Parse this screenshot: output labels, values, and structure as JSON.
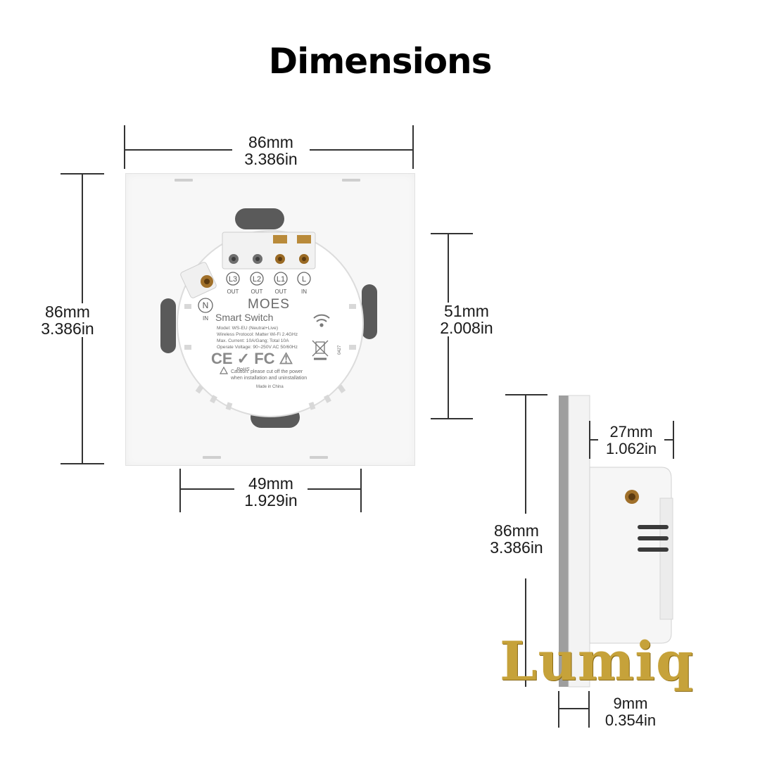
{
  "title": "Dimensions",
  "dimensions": {
    "top_width": {
      "mm": "86mm",
      "in": "3.386in"
    },
    "left_height": {
      "mm": "86mm",
      "in": "3.386in"
    },
    "right_module": {
      "mm": "51mm",
      "in": "2.008in"
    },
    "bottom_width": {
      "mm": "49mm",
      "in": "1.929in"
    },
    "side_height": {
      "mm": "86mm",
      "in": "3.386in"
    },
    "side_depth": {
      "mm": "27mm",
      "in": "1.062in"
    },
    "plate_thickness": {
      "mm": "9mm",
      "in": "0.354in"
    }
  },
  "module": {
    "terminals": [
      {
        "label": "L3",
        "sub": "OUT"
      },
      {
        "label": "L2",
        "sub": "OUT"
      },
      {
        "label": "L1",
        "sub": "OUT"
      },
      {
        "label": "L",
        "sub": "IN"
      }
    ],
    "neutral": {
      "label": "N",
      "sub": "IN"
    },
    "brand": "MOES",
    "product": "Smart Switch",
    "specs": [
      "Model: WS-EU (Neutral+Live)",
      "Wireless Protocol: Matter Wi-Fi 2.4GHz",
      "Max. Current: 10A/Gang; Total 10A",
      "Operate Voltage: 90~250V AC 50/60Hz"
    ],
    "cert_marks": "CE ✓ FC ⚠",
    "rohs": "RoHS",
    "caution": [
      "Caution: please cut off the power",
      "when installation and uninstallation"
    ],
    "made_in": "Made in China",
    "side_code": "0427"
  },
  "watermark": "Lumiq",
  "colors": {
    "brand_gold": "#c6a23a",
    "line": "#333333",
    "plate": "#f7f7f7"
  }
}
